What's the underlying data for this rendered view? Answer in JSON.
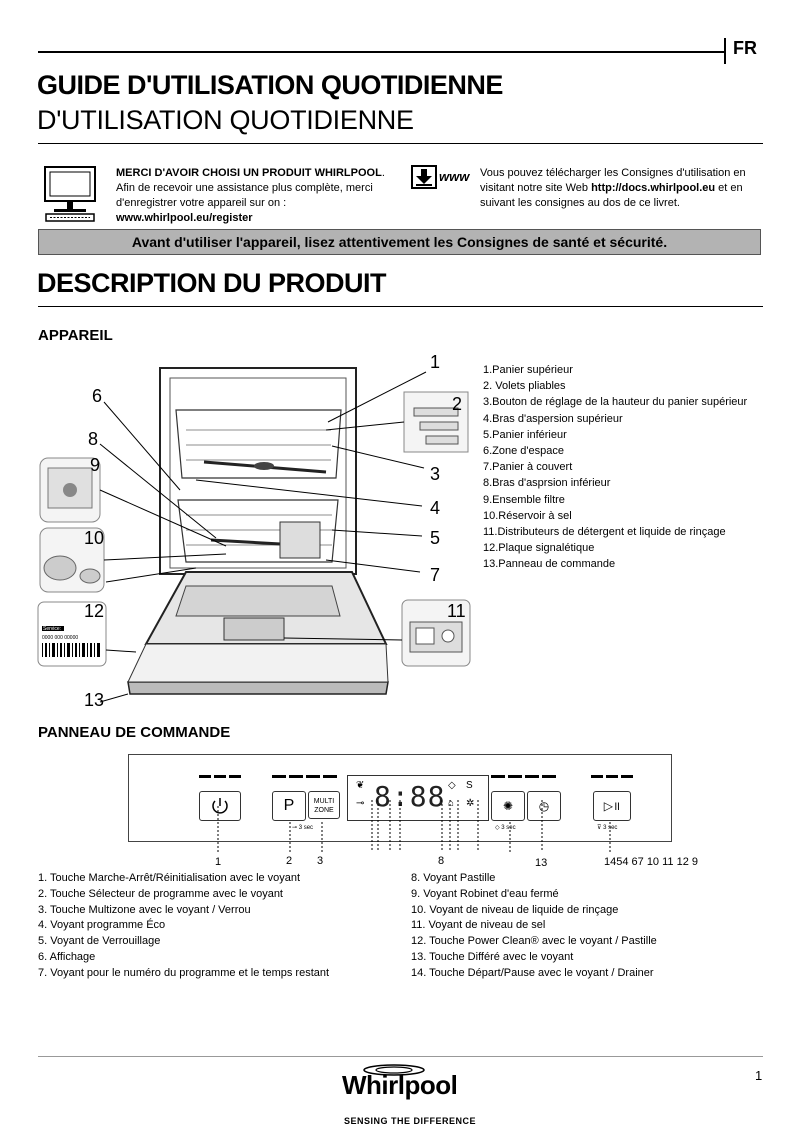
{
  "header": {
    "lang": "FR",
    "title_main": "GUIDE D'UTILISATION QUOTIDIENNE",
    "title_sub": "D'UTILISATION QUOTIDIENNE"
  },
  "intro": {
    "left_bold": "MERCI D'AVOIR CHOISI UN PRODUIT WHIRLPOOL",
    "left_dot": ".",
    "left_line1": "Afin de recevoir une assistance plus complète, merci",
    "left_line2": "d'enregistrer votre appareil sur on :",
    "left_url": "www.whirlpool.eu/register",
    "www_icon": "www",
    "right_line1": "Vous pouvez télécharger les Consignes d'utilisation en",
    "right_line2a": "visitant notre site Web ",
    "right_url": "http://docs.whirlpool.eu",
    "right_line2b": " et en",
    "right_line3": "suivant les consignes au dos de ce livret."
  },
  "banner": "Avant d'utiliser l'appareil, lisez attentivement les Consignes de santé et sécurité.",
  "product": {
    "title": "DESCRIPTION DU PRODUIT",
    "appliance_heading": "APPAREIL",
    "callouts": [
      "1",
      "2",
      "3",
      "4",
      "5",
      "6",
      "7",
      "8",
      "9",
      "10",
      "11",
      "12",
      "13"
    ],
    "parts": [
      "1.Panier supérieur",
      "2. Volets pliables",
      "3.Bouton de réglage de la hauteur du panier supérieur",
      "4.Bras d'aspersion supérieur",
      "5.Panier inférieur",
      "6.Zone d'espace",
      "7.Panier à couvert",
      "8.Bras d'asprsion inférieur",
      "9.Ensemble filtre",
      "10.Réservoir à sel",
      "11.Distributeurs de détergent et liquide de rinçage",
      "12.Plaque signalétique",
      "13.Panneau de commande"
    ],
    "plate_label": "Service:",
    "plate_number": "0000 000 00000"
  },
  "panel": {
    "heading": "PANNEAU DE COMMANDE",
    "multizone_line1": "MULTI",
    "multizone_line2": "ZONE",
    "display_digits": "8:88",
    "lock_hint": "3 sec",
    "tab_hint": "3 sec",
    "drain_hint": "3 sec",
    "numbers_left": [
      "1",
      "2",
      "3"
    ],
    "number_8": "8",
    "number_13": "13",
    "numbers_right": "1454 67 10 11 12 9",
    "items_left": [
      "1. Touche Marche-Arrêt/Réinitialisation avec le voyant",
      "2. Touche Sélecteur de programme avec le voyant",
      "3. Touche Multizone avec le voyant / Verrou",
      "4. Voyant programme Éco",
      "5. Voyant de Verrouillage",
      "6. Affichage",
      "7. Voyant pour le numéro du programme et le temps restant"
    ],
    "items_right": [
      "8. Voyant Pastille",
      "9. Voyant Robinet d'eau fermé",
      "10. Voyant de niveau de liquide de rinçage",
      "11. Voyant de niveau de sel",
      "12. Touche Power Clean® avec le voyant / Pastille",
      "13.  Touche Différé avec le voyant",
      "14. Touche Départ/Pause avec le voyant / Drainer"
    ]
  },
  "footer": {
    "brand": "Whirlpool",
    "tagline": "SENSING THE DIFFERENCE",
    "page": "1"
  }
}
